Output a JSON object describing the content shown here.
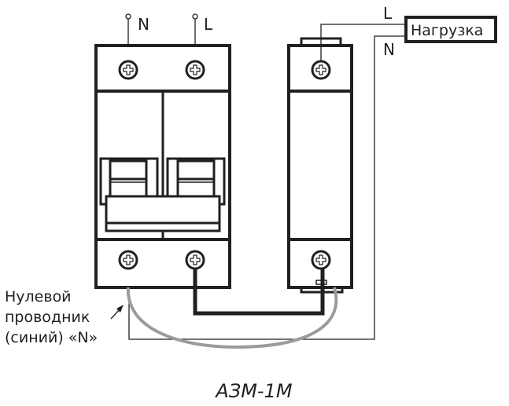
{
  "labels": {
    "input_n": "N",
    "input_l": "L",
    "load_l": "L",
    "load_n": "N",
    "load": "Нагрузка",
    "neutral_line1": "Нулевой",
    "neutral_line2": "проводник",
    "neutral_line3": "(синий) «N»",
    "model": "АЗМ-1М"
  },
  "colors": {
    "line": "#231f20",
    "neutral_wire": "#9b9b9b"
  }
}
